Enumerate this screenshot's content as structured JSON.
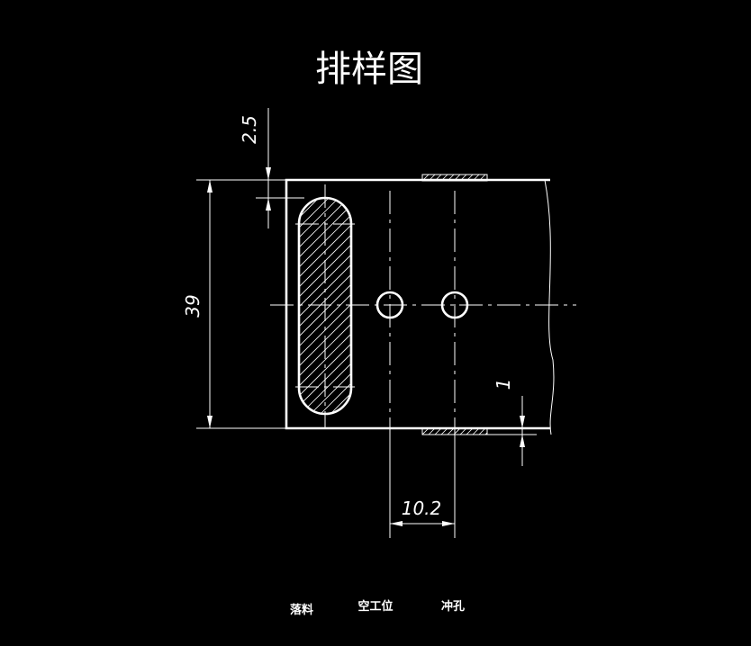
{
  "drawing": {
    "title": "排样图",
    "colors": {
      "background": "#000000",
      "lines": "#ffffff"
    },
    "dimensions": {
      "top_offset": "2.5",
      "strip_width": "39",
      "edge_offset": "1",
      "step_pitch": "10.2"
    },
    "stations": {
      "blank": "落料",
      "idle": "空工位",
      "pierce": "冲孔"
    }
  }
}
